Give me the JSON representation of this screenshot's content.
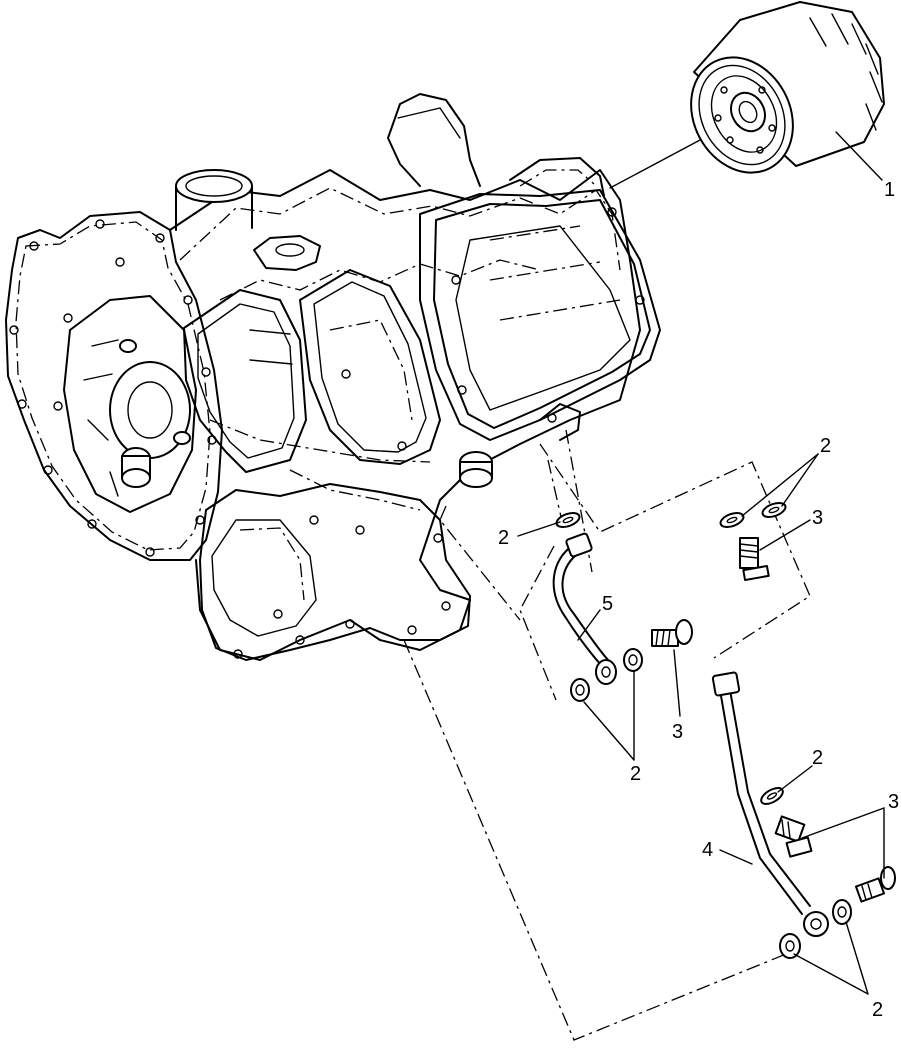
{
  "callouts": {
    "oil_filter": "1",
    "washer_a": "2",
    "washer_b": "2",
    "washer_c": "2",
    "washer_d": "2",
    "washer_e": "2",
    "bolt_a": "3",
    "bolt_b": "3",
    "bolt_c": "3",
    "line_lower": "4",
    "line_upper": "5"
  }
}
